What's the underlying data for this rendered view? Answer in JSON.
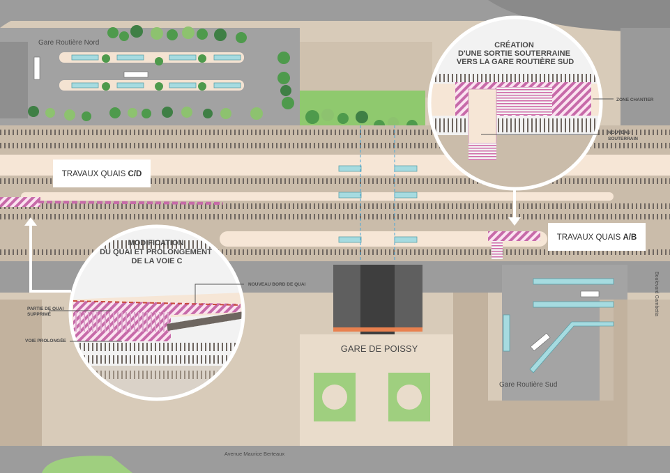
{
  "map": {
    "stations": {
      "gare_routiere_nord": "Gare Routière Nord",
      "gare_routiere_sud": "Gare Routière Sud",
      "gare_de_poissy": "GARE DE POISSY"
    },
    "streets": {
      "avenue": "Avenue Maurice Berteaux",
      "boulevard": "Boulevard Gambetta"
    },
    "works": {
      "quais_cd": {
        "prefix": "TRAVAUX QUAIS ",
        "emph": "C/D"
      },
      "quais_ab": {
        "prefix": "TRAVAUX QUAIS ",
        "emph": "A/B"
      }
    },
    "callout_sortie": {
      "title": [
        "CRÉATION",
        "D'UNE SORTIE SOUTERRAINE",
        "VERS LA GARE ROUTIÈRE SUD"
      ],
      "label_chantier": "ZONE CHANTIER",
      "label_souterrain": [
        "NOUVEAU",
        "SOUTERRAIN"
      ]
    },
    "callout_quai": {
      "title": [
        "MODIFICATION",
        "DU QUAI ET PROLONGEMENT",
        "DE LA VOIE C"
      ],
      "label_bord": "NOUVEAU BORD DE QUAI",
      "label_supprime": [
        "PARTIE DE QUAI",
        "SUPPRIMÉ"
      ],
      "label_voie": "VOIE PROLONGÉE"
    },
    "colors": {
      "ground": "#d8cbb9",
      "road": "#9c9c9c",
      "platform": "#f6e6d6",
      "track": "#6e6660",
      "grass": "#9fcf7f",
      "tree": "#4e9a4c",
      "works_pink": "#c76aa9",
      "shelter": "#a6dbe0",
      "building": "#5f5f5f",
      "accent_orange": "#e9804e"
    }
  }
}
